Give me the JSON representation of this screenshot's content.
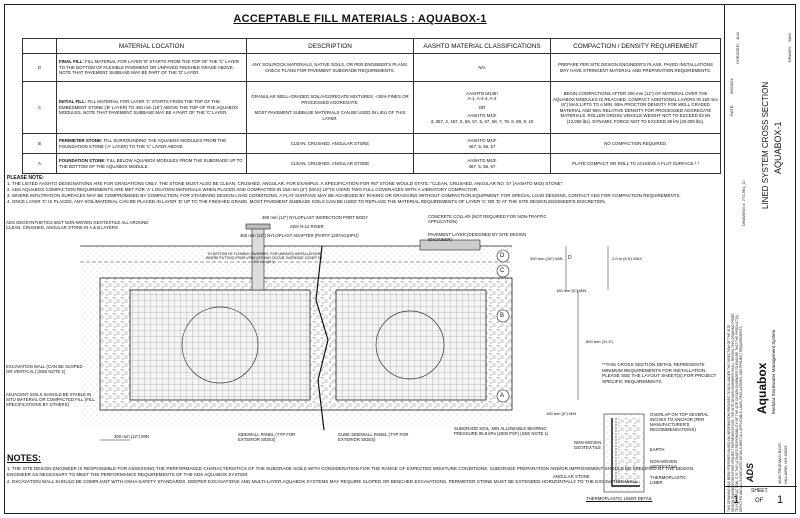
{
  "title": "ACCEPTABLE FILL MATERIALS : AQUABOX-1",
  "table": {
    "headers": [
      "",
      "MATERIAL LOCATION",
      "DESCRIPTION",
      "AASHTO MATERIAL CLASSIFICATIONS",
      "COMPACTION / DENSITY REQUIREMENT"
    ],
    "rows": [
      {
        "code": "D",
        "loc_bold": "FINAL FILL:",
        "loc": "FILL MATERIAL FOR LAYER 'D' STARTS FROM THE TOP OF THE 'C' LAYER TO THE BOTTOM OF FLEXIBLE PAVEMENT OR UNPAVED FINISHED GRADE ABOVE. NOTE THAT PAVEMENT SUBBASE MAY BE PART OF THE 'D' LAYER.",
        "desc": "ANY SOIL/ROCK MATERIALS, NATIVE SOILS, OR PER ENGINEER'S PLANS. CHECK PLANS FOR PAVEMENT SUBGRADE REQUIREMENTS.",
        "aashto": "N/A",
        "comp": "PREPARE PER SITE DESIGN ENGINEER'S PLANS. PAVED INSTALLATIONS MAY HAVE STRINGENT MATERIAL AND PREPARATION REQUIREMENTS."
      },
      {
        "code": "C",
        "loc_bold": "INITIAL FILL:",
        "loc": "FILL MATERIAL FOR LAYER 'C' STARTS FROM THE TOP OF THE EMBEDMENT STONE ('B' LAYER) TO 450 mm (18\") ABOVE THE TOP OF THE AQUABOX MODULES. NOTE THAT PAVEMENT SUBBASE MAY BE A PART OF THE 'C' LAYER.",
        "desc": "GRANULAR WELL-GRADED SOIL/AGGREGATE MIXTURES, <35% FINES OR PROCESSED AGGREGATE.",
        "desc2": "MOST PAVEMENT SUBBASE MATERIALS CAN BE USED IN LIEU OF THIS LAYER.",
        "aashto": "AASHTO M145¹",
        "aashto2": "A-1, A-2-4, A-3",
        "aashto_or": "OR",
        "aashto3": "AASHTO M43¹",
        "aashto4": "3, 357, 4, 467, 5, 56, 57, 6, 67, 68, 7, 78, 8, 89, 9, 10",
        "comp": "BEGIN COMPACTIONS AFTER 300 mm (12\") OF MATERIAL OVER THE AQUABOX MODULES IS REACHED. COMPACT ADDITIONAL LAYERS IN 150 mm (6\") MAX LIFTS TO A MIN. 95% PROCTOR DENSITY FOR WELL GRADED MATERIAL AND 95% RELATIVE DENSITY FOR PROCESSED AGGREGATE MATERIALS. ROLLER GROSS VEHICLE WEIGHT NOT TO EXCEED 53 kN (12,000 lbs). DYNAMIC FORCE NOT TO EXCEED 89 kN (20,000 lbs)."
      },
      {
        "code": "B",
        "loc_bold": "PERIMETER STONE:",
        "loc": "FILL SURROUNDING THE AQUABOX MODULES FROM THE FOUNDATION STONE ('A' LAYER) TO THE 'C' LAYER ABOVE.",
        "desc": "CLEAN, CRUSHED, ANGULAR STONE",
        "aashto": "AASHTO M43¹",
        "aashto2": "467, 5, 56, 57",
        "comp": "NO COMPACTION REQUIRED."
      },
      {
        "code": "A",
        "loc_bold": "FOUNDATION STONE:",
        "loc": "FILL BELOW AQUABOX MODULES FROM THE SUBGRADE UP TO THE BOTTOM OF THE AQUABOX MODULE.",
        "desc": "CLEAN, CRUSHED, ANGULAR STONE",
        "aashto": "AASHTO M43¹",
        "aashto2": "467, 5, 56, 57",
        "comp": "PLATE COMPACT OR ROLL TO ACHIEVE A FLAT SURFACE.² ³"
      }
    ]
  },
  "please_note": {
    "heading": "PLEASE NOTE:",
    "items": [
      "1.   THE LISTED AASHTO DESIGNATIONS ARE FOR GRADATIONS ONLY. THE STONE MUST ALSO BE CLEAN, CRUSHED, ANGULAR. FOR EXAMPLE, A SPECIFICATION FOR #57 STONE WOULD STATE: \"CLEAN, CRUSHED, ANGULAR NO. 57 (AASHTO M43) STONE\".",
      "2.   ADS AQUABOX COMPACTION REQUIREMENTS ARE MET FOR 'A' LOCATION MATERIALS WHEN PLACED AND COMPACTED IN 150 mm (6\") (MAX) LIFTS USING TWO FULL COVERAGES WITH A VIBRATORY COMPACTOR.",
      "3.   WHERE INFILTRATION SURFACES MAY BE COMPROMISED BY COMPACTION, FOR STANDARD DESIGN LOAD CONDITIONS, A FLAT SURFACE MAY BE ACHIEVED BY RAKING OR DRAGGING WITHOUT COMPACTION EQUIPMENT. FOR SPECIAL LOAD DESIGNS, CONTACT ADS FOR COMPACTION REQUIREMENTS.",
      "4.   ONCE LAYER 'C' IS PLACED, ANY SOIL/MATERIAL CAN BE PLACED IN LAYER 'D' UP TO THE FINISHED GRADE. MOST PAVEMENT SUBBASE SOILS CAN BE USED TO REPLACE THE MATERIAL REQUIREMENTS OF LAYER 'C' OR 'D' AT THE SITE DESIGN ENGINEER'S DISCRETION."
    ]
  },
  "drawing": {
    "labels": {
      "geotextile": "ADS GEOSYNTHETICS 601T NON-WOVEN GEOTEXTILE ALL AROUND CLEAN, CRUSHED, ANGULAR STONE IN A & B LAYERS",
      "inspection_port": "300 mm (12\") NYLOPLAST INSPECTION PORT BODY",
      "riser": "ADS N-12 RISER",
      "adapter": "300 mm (12\") NYLOPLAST ADAPTER (PART# 1287AG(HPU)",
      "flex_note": "TO BOTTOM OF FLEXIBLE PAVEMENT. FOR UNPAVED INSTALLATIONS WHERE RUTTING FROM VEHICLES MAY OCCUR, INCREASE COVER TO 600 mm (24\").",
      "collar": "CONCRETE COLLAR (NOT REQUIRED FOR NON-TRAFFIC APPLICATION)",
      "pavement": "PAVEMENT LAYER (DESIGNED BY SITE DESIGN ENGINEER)",
      "dim_450": "450 mm (18\") MIN",
      "dim_2m": "2.0 m (6.5') MAX",
      "dim_150": "150 mm (6\") MIN",
      "dim_800": "800 mm (31.5\")",
      "note_cross": "**THIS CROSS SECTION DETAIL REPRESENTS MINIMUM REQUIREMENTS FOR INSTALLATION. PLEASE SEE THE LAYOUT SHEET(S) FOR PROJECT SPECIFIC REQUIREMENTS.",
      "excavation": "EXCAVATION WALL (CAN BE SLOPED OR VERTICAL) (SEE NOTE 2)",
      "adjacent": "ADJACENT SOILS SHOULD BE STABLE IN SITU MATERIAL OR COMPACTED FILL (FILL SPECIFICATIONS BY OTHERS)",
      "dim_300": "300 mm (12\") MIN",
      "sidewall": "SIDEWALL PANEL (TYP FOR EXTERIOR SIDES)",
      "cube_sidewall": "CUBE SIDEWALL PANEL (TYP FOR EXTERIOR SIDES)",
      "subgrade": "SUBGRADE SOIL, MIN ALLOWABLE BEARING PRESSURE 95.8 kPa (2000 PSF) (SEE NOTE 1)",
      "dim_150b": "150 mm (6\") MIN",
      "nonwoven": "NON-WOVEN GEOTEXTILE",
      "angular": "ANGULAR STONE",
      "overlap": "OVERLAP ON TOP SEVERAL INCHES TO ANCHOR (PER MANUFACTURER'S RECOMMENDATIONS)",
      "earth": "EARTH",
      "nonwoven2": "NON-WOVEN GEOTEXTILE",
      "thermo": "THERMOPLASTIC LINER",
      "liner_detail": "THERMOPLASTIC LINER DETAIL"
    },
    "layers": [
      "D",
      "C",
      "B",
      "A"
    ]
  },
  "notes": {
    "heading": "NOTES:",
    "items": [
      "1.   THE SITE DESIGN ENGINEER IS RESPONSIBLE FOR ASSESSING THE PERFORMANCE CHARACTERISTICS OF THE SUBGRADE SOILS WITH CONSIDERATION FOR THE RANGE OF EXPECTED MOISTURE CONDITIONS. SUBGRADE PREPARATION AND/OR IMPROVEMENT SHOULD BE SPECIFIED BY THE DESIGN ENGINEER AS NECESSARY TO MEET THE PERFORMANCE REQUIREMENTS OF THE ADS AQUABOX SYSTEM.",
      "2.   EXCAVATION WALL SHOULD BE COMPLIANT WITH OSHA SAFETY STANDARDS. DEEPER EXCAVATIONS AND MULTI-LAYER AQUABOX SYSTEMS MAY REQUIRE SLOPED OR BENCHED EXCAVATIONS. PERIMETER STONE MUST BE EXTENDED HORIZONTALLY TO THE EXCAVATION WALL."
    ]
  },
  "title_block": {
    "sheet_title": "LINED SYSTEM CROSS SECTION",
    "sheet_sub": "AQUABOX-1",
    "date_label": "DATE:",
    "date": "09/20/24",
    "drawn_label": "DRAWN:",
    "drawn": "SAM",
    "checked_label": "CHECKED:",
    "checked": "JLM",
    "drawing_no": "DRAWING #: 772-991_CI",
    "product": "Aquabox",
    "product_sub": "Modular Stormwater Management System",
    "address1": "4640 TRUEMAN BLVD",
    "address2": "HILLIARD, OH 43026",
    "logo": "ADS",
    "sheet_label": "SHEET",
    "sheet_num": "1",
    "of_label": "OF",
    "sheet_total": "1",
    "disclaimer": "THIS DRAWING HAS BEEN PREPARED BASED ON INFORMATION PROVIDED TO ADS UNDER THE DIRECTION OF THE SITE DESIGN ENGINEER OR OTHER PROJECT REPRESENTATIVE. THE SITE DESIGN ENGINEER SHALL REVIEW THIS DRAWING PRIOR TO CONSTRUCTION. IT IS THE ULTIMATE RESPONSIBILITY OF THE SITE DESIGN ENGINEER TO ENSURE THAT THE PRODUCT(S) DEPICTED AND ALL ASSOCIATED DETAILS MEET ALL APPLICABLE LAWS, REGULATIONS, AND PROJECT REQUIREMENTS."
  }
}
